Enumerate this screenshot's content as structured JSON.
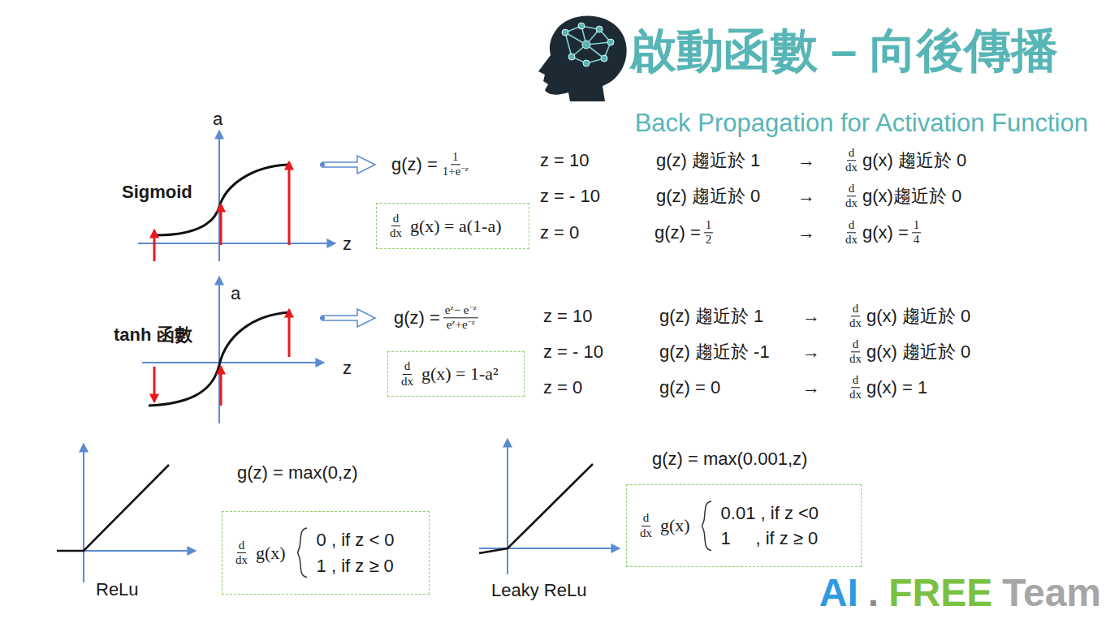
{
  "diagram": {
    "title": "啟動函數 – 向後傳播",
    "nodes": [
      {
        "text": [
          "d",
          "dx",
          "g(x) = a(1-a)"
        ]
      },
      {
        "text": [
          "d",
          "dx",
          "g(x) = 1-a²"
        ]
      },
      {
        "text": [
          "d",
          "dx",
          "g(x)",
          "0 , if z < 0",
          "1 , if z ≥ 0"
        ]
      },
      {
        "text": [
          "d",
          "dx",
          "g(x)",
          "0.01 , if z <0",
          "1     , if z ≥ 0"
        ]
      }
    ],
    "labels": [
      "Back Propagation for Activation Function",
      "a",
      "Sigmoid",
      "z",
      "g(z) =",
      "1",
      "1+e",
      "−z",
      "z = 10",
      "g(z) 趨近於 1",
      "→",
      "d",
      "dx",
      "g(x) 趨近於 0",
      "z = - 10",
      "g(z) 趨近於 0",
      "→",
      "d",
      "dx",
      "g(x)趨近於 0",
      "z = 0",
      "g(z) =",
      "1",
      "2",
      "→",
      "d",
      "dx",
      "g(x) =",
      "1",
      "4",
      "a",
      "tanh 函數",
      "z",
      "g(z) =",
      "e",
      "z",
      "− e",
      "−z",
      "e",
      "z",
      "+e",
      "−z",
      "z = 10",
      "g(z) 趨近於 1",
      "→",
      "d",
      "dx",
      "g(x) 趨近於 0",
      "z = - 10",
      "g(z) 趨近於 -1",
      "→",
      "d",
      "dx",
      "g(x) 趨近於 0",
      "z = 0",
      "g(z) = 0",
      "→",
      "d",
      "dx",
      "g(x) = 1",
      "g(z) = max(0,z)",
      "ReLu",
      "g(z) = max(0.001,z)",
      "Leaky ReLu",
      "AI",
      ".",
      "FREE",
      "Team"
    ]
  }
}
